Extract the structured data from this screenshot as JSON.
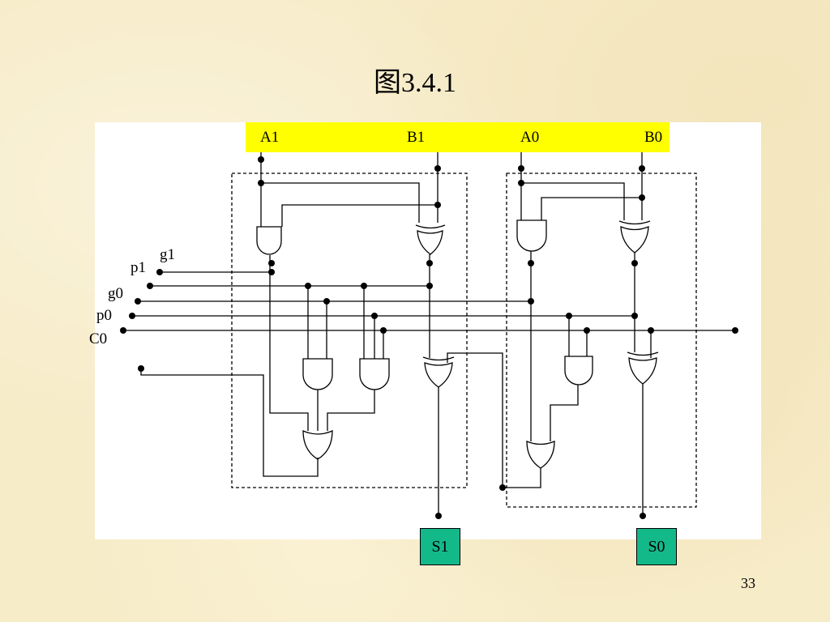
{
  "title": "图3.4.1",
  "inputs": {
    "a1": "A1",
    "b1": "B1",
    "a0": "A0",
    "b0": "B0"
  },
  "left_signals": {
    "g1": "g1",
    "p1": "p1",
    "g0": "g0",
    "p0": "p0",
    "c0": "C0"
  },
  "outputs": {
    "s1": "S1",
    "s0": "S0"
  },
  "page_number": "33"
}
